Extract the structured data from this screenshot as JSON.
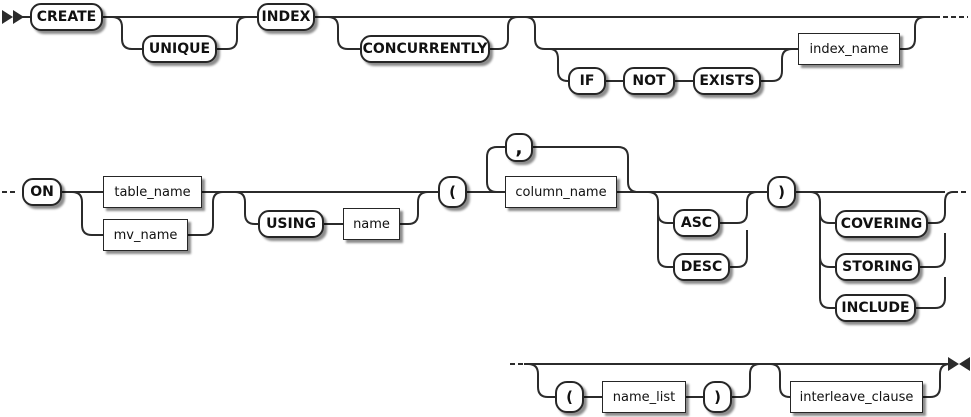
{
  "diagram": {
    "kind": "railroad-syntax-diagram",
    "statement": "CREATE INDEX",
    "syntax": "CREATE [ UNIQUE ] INDEX [ CONCURRENTLY ] [ [ IF NOT EXISTS ] index_name ] ON { table_name | mv_name } [ USING name ] ( column_name [ , ... ] [ ASC | DESC ] ) [ COVERING | STORING | INCLUDE ] [ ( name_list ) ] [ interleave_clause ]",
    "markers": {
      "start": "double-right-arrow",
      "end": "opposing-arrows",
      "line_wrap": "dashed-rail"
    },
    "colors": {
      "background": "#ffffff",
      "rail": "#2b2b2b",
      "box_fill": "#ffffff",
      "box_border": "#262626",
      "text": "#111111",
      "shadow": "rgba(0,0,0,0.45)"
    }
  },
  "nodes": {
    "create": "CREATE",
    "unique": "UNIQUE",
    "index": "INDEX",
    "concurrently": "CONCURRENTLY",
    "if_kw": "IF",
    "not_kw": "NOT",
    "exists_kw": "EXISTS",
    "index_name": "index_name",
    "on_kw": "ON",
    "table_name": "table_name",
    "mv_name": "mv_name",
    "using_kw": "USING",
    "name": "name",
    "open_paren": "(",
    "comma": ",",
    "column_name": "column_name",
    "asc": "ASC",
    "desc": "DESC",
    "close_paren": ")",
    "covering": "COVERING",
    "storing": "STORING",
    "include": "INCLUDE",
    "open_paren2": "(",
    "name_list": "name_list",
    "close_paren2": ")",
    "interleave_clause": "interleave_clause"
  }
}
